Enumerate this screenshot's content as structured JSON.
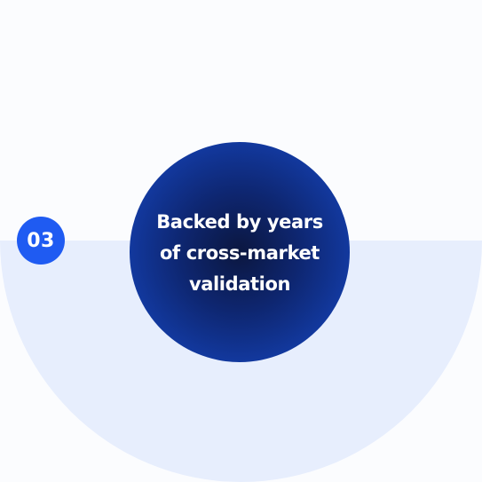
{
  "step": {
    "number": "03"
  },
  "statement": {
    "line1": "Backed by years",
    "line2": "of cross-market",
    "line3": "validation"
  },
  "colors": {
    "page_background": "#FBFCFE",
    "half_disc": "#E7EEFD",
    "badge": "#1F5BF2",
    "circle_center": "#0B1740",
    "circle_edge": "#133FAE",
    "text": "#FFFFFF"
  }
}
